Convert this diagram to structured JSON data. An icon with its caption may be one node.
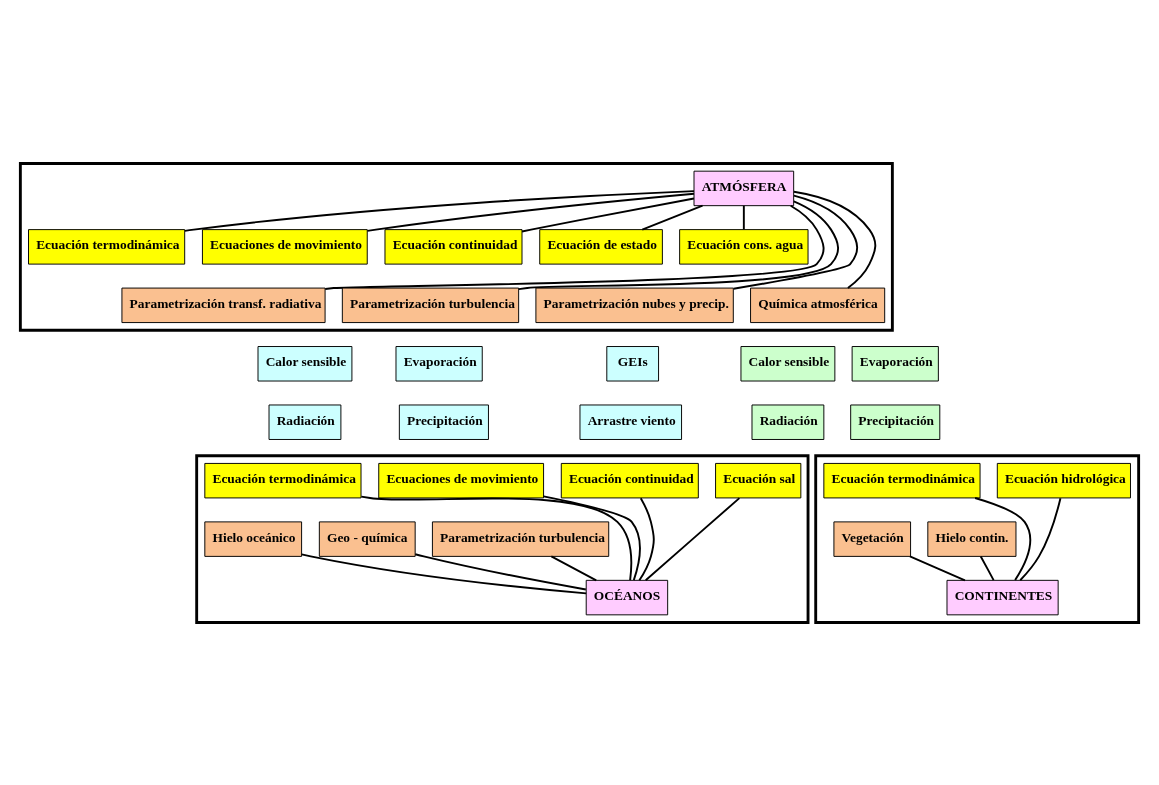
{
  "diagram": {
    "nodes": [
      {
        "text": [],
        "shape": "box"
      },
      {
        "text": [
          "ATMÓSFERA"
        ],
        "in": 0
      },
      {
        "text": [
          "Ecuación termodinámica"
        ],
        "in": 0
      },
      {
        "text": [
          "Ecuaciones de movimiento"
        ],
        "in": 0
      },
      {
        "text": [
          "Ecuación continuidad"
        ],
        "in": 0
      },
      {
        "text": [
          "Ecuación de estado"
        ],
        "in": 0
      },
      {
        "text": [
          "Ecuación cons. agua"
        ],
        "in": 0
      },
      {
        "text": [
          "Parametrización transf. radiativa"
        ],
        "in": 0
      },
      {
        "text": [
          "Parametrización turbulencia"
        ],
        "in": 0
      },
      {
        "text": [
          "Parametrización nubes y precip."
        ],
        "in": 0
      },
      {
        "text": [
          "Química atmosférica"
        ],
        "in": 0
      },
      {
        "text": [
          "Calor sensible"
        ]
      },
      {
        "text": [
          "Evaporación"
        ]
      },
      {
        "text": [
          "GEIs"
        ]
      },
      {
        "text": [
          "Calor sensible"
        ]
      },
      {
        "text": [
          "Evaporación"
        ]
      },
      {
        "text": [
          "Radiación"
        ]
      },
      {
        "text": [
          "Precipitación"
        ]
      },
      {
        "text": [
          "Arrastre viento"
        ]
      },
      {
        "text": [
          "Radiación"
        ]
      },
      {
        "text": [
          "Precipitación"
        ]
      },
      {
        "text": [],
        "shape": "box"
      },
      {
        "text": [
          "Ecuación termodinámica"
        ],
        "in": 21
      },
      {
        "text": [
          "Ecuaciones de movimiento"
        ],
        "in": 21
      },
      {
        "text": [
          "Ecuación continuidad"
        ],
        "in": 21
      },
      {
        "text": [
          "Ecuación sal"
        ],
        "in": 21
      },
      {
        "text": [
          "Parametrización turbulencia"
        ],
        "in": 21
      },
      {
        "text": [
          "Geo - química"
        ],
        "in": 21
      },
      {
        "text": [
          "Hielo oceánico"
        ],
        "in": 21
      },
      {
        "text": [
          "OCÉANOS"
        ],
        "in": 21
      },
      {
        "text": [],
        "shape": "box"
      },
      {
        "text": [
          "Ecuación termodinámica"
        ],
        "in": 30
      },
      {
        "text": [
          "Ecuación hidrológica"
        ],
        "in": 30
      },
      {
        "text": [
          "Hielo contin."
        ],
        "in": 30
      },
      {
        "text": [
          "Vegetación"
        ],
        "in": 30
      },
      {
        "text": [
          "CONTINENTES"
        ],
        "in": 30
      }
    ],
    "edges": [
      {
        "from": 1,
        "to": 2,
        "arrow": "none"
      },
      {
        "from": 1,
        "to": 7,
        "arrow": "none"
      },
      {
        "from": 1,
        "to": 3,
        "arrow": "none"
      },
      {
        "from": 1,
        "to": 8,
        "arrow": "none"
      },
      {
        "from": 1,
        "to": 4,
        "arrow": "none"
      },
      {
        "from": 1,
        "to": 9,
        "arrow": "none"
      },
      {
        "from": 1,
        "to": 5,
        "arrow": "none"
      },
      {
        "from": 1,
        "to": 10,
        "arrow": "none"
      },
      {
        "from": 1,
        "to": 6,
        "arrow": "none"
      },
      {
        "from": 22,
        "to": 29,
        "arrow": "none"
      },
      {
        "from": 26,
        "to": 29,
        "arrow": "none"
      },
      {
        "from": 23,
        "to": 29,
        "arrow": "none"
      },
      {
        "from": 27,
        "to": 29,
        "arrow": "none"
      },
      {
        "from": 24,
        "to": 29,
        "arrow": "none"
      },
      {
        "from": 28,
        "to": 29,
        "arrow": "none"
      },
      {
        "from": 25,
        "to": 29,
        "arrow": "none"
      },
      {
        "from": 31,
        "to": 35,
        "arrow": "none"
      },
      {
        "from": 33,
        "to": 35,
        "arrow": "none"
      },
      {
        "from": 34,
        "to": 35,
        "arrow": "none"
      },
      {
        "from": 32,
        "to": 35,
        "arrow": "none"
      }
    ]
  }
}
